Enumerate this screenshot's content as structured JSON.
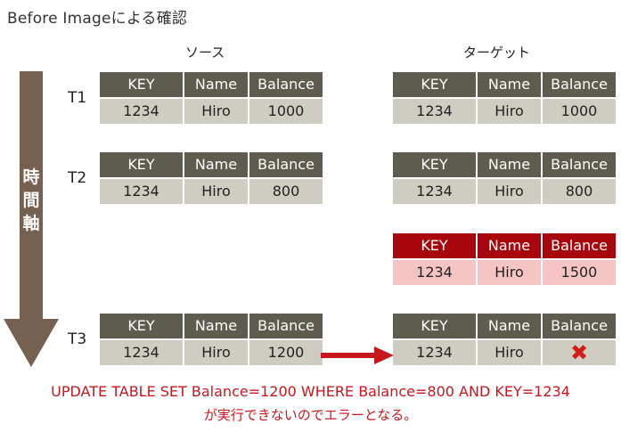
{
  "title": "Before Imageによる確認",
  "source_title": "ソース",
  "target_title": "ターゲット",
  "time_axis": [
    "時",
    "間",
    "軸"
  ],
  "time_labels": {
    "t1": "T1",
    "t2": "T2",
    "t3": "T3"
  },
  "headers": {
    "key": "KEY",
    "name": "Name",
    "balance": "Balance"
  },
  "source": {
    "t1": {
      "key": "1234",
      "name": "Hiro",
      "balance": "1000"
    },
    "t2": {
      "key": "1234",
      "name": "Hiro",
      "balance": "800"
    },
    "t3": {
      "key": "1234",
      "name": "Hiro",
      "balance": "1200"
    }
  },
  "target": {
    "t1": {
      "key": "1234",
      "name": "Hiro",
      "balance": "1000"
    },
    "t2": {
      "key": "1234",
      "name": "Hiro",
      "balance": "800"
    },
    "changed": {
      "key": "1234",
      "name": "Hiro",
      "balance": "1500"
    },
    "t3": {
      "key": "1234",
      "name": "Hiro",
      "balance_icon": "error-x-icon"
    }
  },
  "colors": {
    "header_gray": "#5d5c4f",
    "cell_gray": "#cfcdc2",
    "header_red": "#a8060d",
    "cell_red": "#f7c4c4",
    "text_red": "#c8171c",
    "arrow_brown": "#76604f"
  },
  "sql": "UPDATE TABLE SET Balance=1200 WHERE Balance=800 AND KEY=1234",
  "sql_note": "が実行できないのでエラーとなる。"
}
